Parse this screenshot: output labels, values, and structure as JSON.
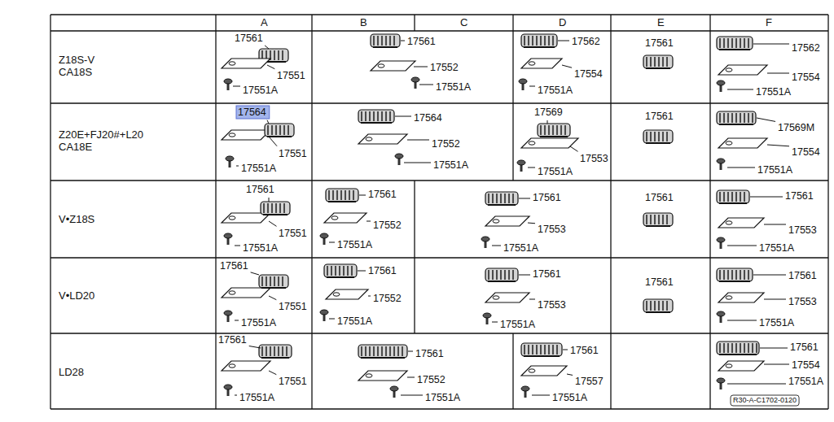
{
  "diagram": {
    "labels": [
      "A",
      "B",
      "C",
      "D",
      "E",
      "F",
      "Z18S-V CA18S",
      "17561",
      "17551",
      "17551A",
      "17561",
      "17552",
      "17551A",
      "17562",
      "17554",
      "17551A",
      "17561",
      "17562",
      "17554",
      "17551A",
      "Z20E+FJ20#+L20 CA18E",
      "17564",
      "17551",
      "17551A",
      "17564",
      "17552",
      "17551A",
      "17569",
      "17553",
      "17551A",
      "17561",
      "17569M",
      "17554",
      "17551A",
      "V•Z18S",
      "17561",
      "17551",
      "17551A",
      "17561",
      "17552",
      "17551A",
      "17561",
      "17553",
      "17551A",
      "17561",
      "17561",
      "17553",
      "17551A",
      "V•LD20",
      "17561",
      "17551",
      "17551A",
      "17561",
      "17552",
      "17551A",
      "17561",
      "17553",
      "17551A",
      "17561",
      "17561",
      "17553",
      "17551A",
      "LD28",
      "17561",
      "17551",
      "17551A",
      "17561",
      "17552",
      "17551A",
      "17561",
      "17557",
      "17551A",
      "17561",
      "17554",
      "17551A",
      "R30-A-C1702-0120"
    ]
  }
}
